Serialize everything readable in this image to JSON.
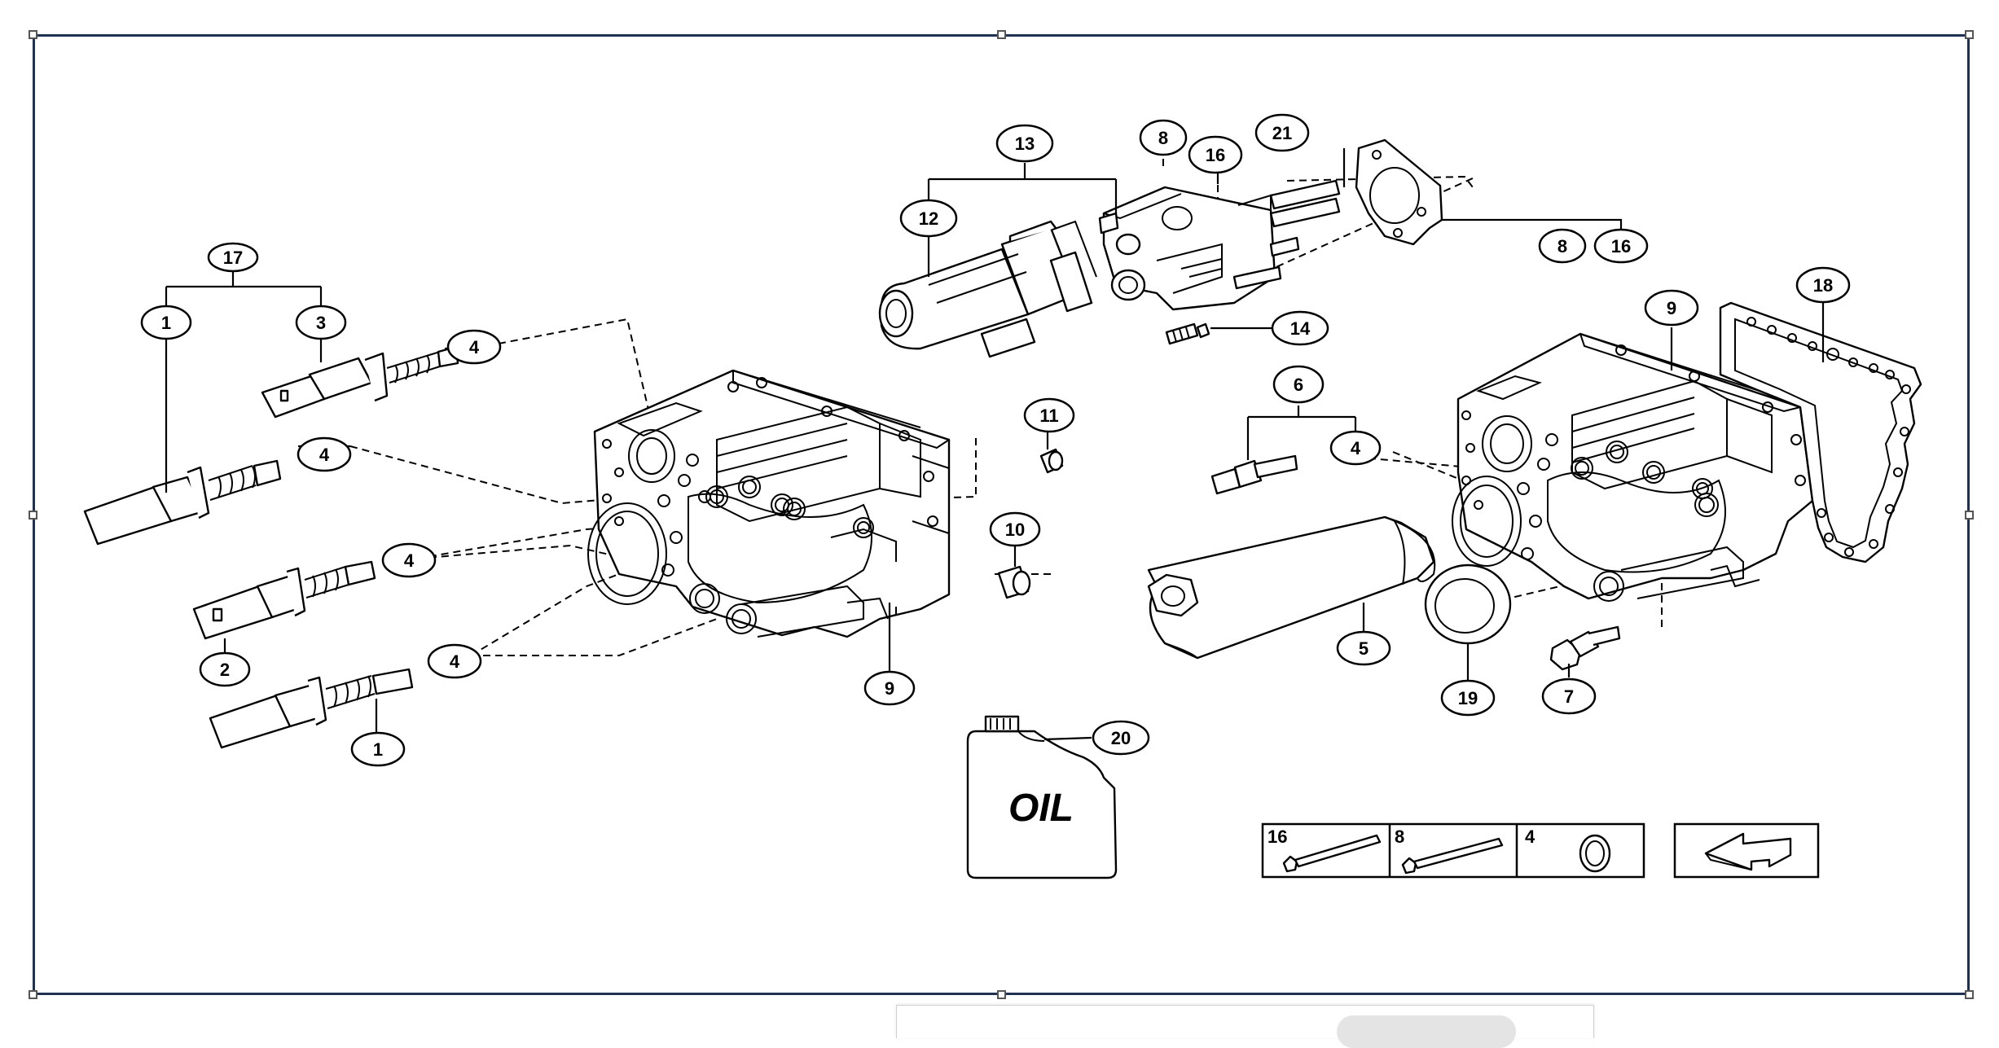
{
  "diagram": {
    "oil_label": "OIL",
    "callouts": {
      "c17": "17",
      "c1a": "1",
      "c3": "3",
      "c4a": "4",
      "c4b": "4",
      "c4c": "4",
      "c4d": "4",
      "c2": "2",
      "c1b": "1",
      "c13": "13",
      "c12": "12",
      "c8a": "8",
      "c16a": "16",
      "c21": "21",
      "c8b": "8",
      "c16b": "16",
      "c14": "14",
      "c11": "11",
      "c10": "10",
      "c9a": "9",
      "c20": "20",
      "c6": "6",
      "c4e": "4",
      "c5": "5",
      "c19": "19",
      "c7": "7",
      "c9b": "9",
      "c18": "18"
    },
    "legend": [
      {
        "number": "16",
        "icon": "long-bolt-icon"
      },
      {
        "number": "8",
        "icon": "bolt-icon"
      },
      {
        "number": "4",
        "icon": "o-ring-icon"
      }
    ],
    "nav_icon": "back-arrow-icon"
  },
  "colors": {
    "frame": "#1f3050",
    "line": "#000000",
    "background": "#ffffff"
  }
}
